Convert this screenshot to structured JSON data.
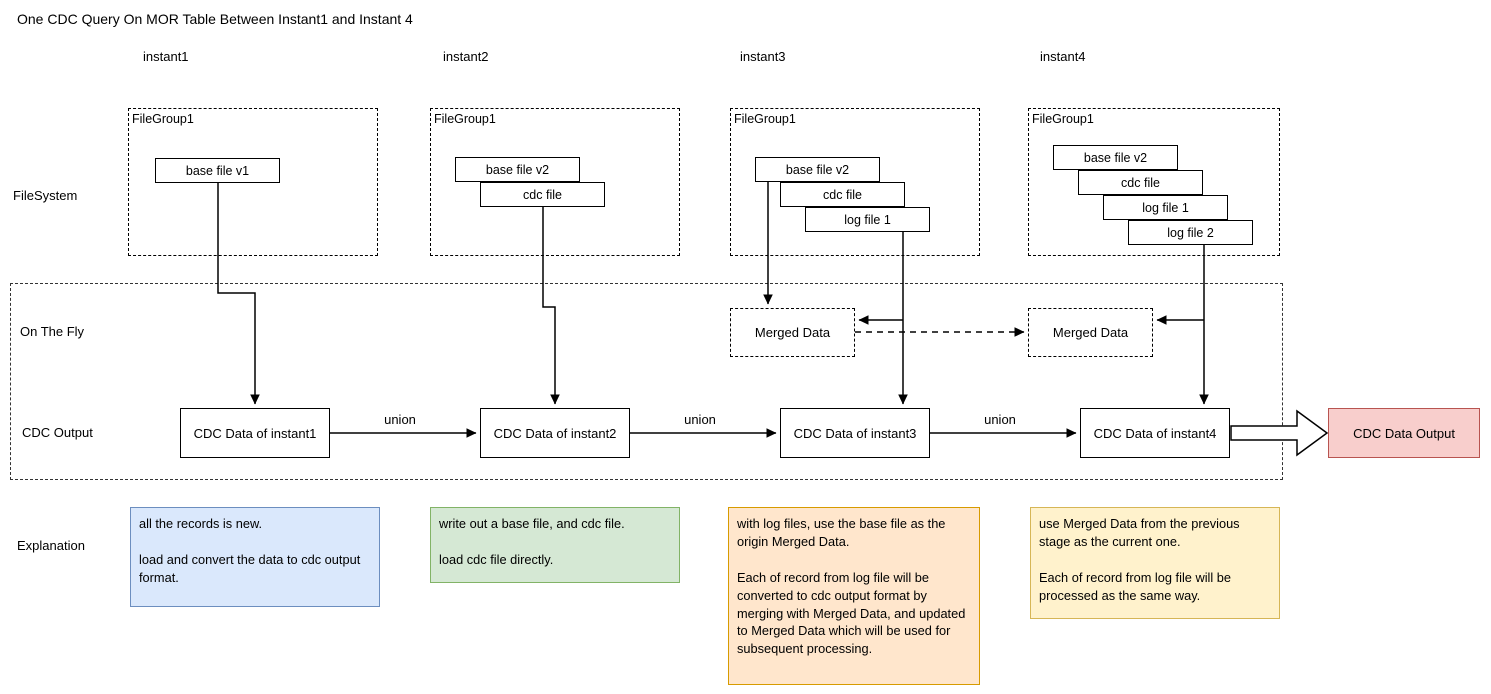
{
  "title": "One CDC Query On MOR Table Between Instant1 and Instant 4",
  "columns": [
    {
      "label": "instant1"
    },
    {
      "label": "instant2"
    },
    {
      "label": "instant3"
    },
    {
      "label": "instant4"
    }
  ],
  "row_labels": {
    "filesystem": "FileSystem",
    "on_the_fly": "On The Fly",
    "cdc_output": "CDC Output",
    "explanation": "Explanation"
  },
  "filegroups": [
    {
      "label": "FileGroup1",
      "files": [
        "base file v1"
      ]
    },
    {
      "label": "FileGroup1",
      "files": [
        "base file v2",
        "cdc file"
      ]
    },
    {
      "label": "FileGroup1",
      "files": [
        "base file v2",
        "cdc file",
        "log file 1"
      ]
    },
    {
      "label": "FileGroup1",
      "files": [
        "base file v2",
        "cdc file",
        "log file 1",
        "log file 2"
      ]
    }
  ],
  "merged_data": {
    "instant3": "Merged Data",
    "instant4": "Merged Data"
  },
  "cdc_nodes": [
    {
      "label": "CDC Data of instant1"
    },
    {
      "label": "CDC Data of instant2"
    },
    {
      "label": "CDC Data of instant3"
    },
    {
      "label": "CDC Data of instant4"
    }
  ],
  "union_label": "union",
  "output_box": {
    "label": "CDC Data Output"
  },
  "explanations": [
    {
      "color": "blue",
      "text": "all the records is new.\n\nload and convert the data to cdc output format."
    },
    {
      "color": "green",
      "text": "write out a base file, and cdc file.\n\nload cdc file directly."
    },
    {
      "color": "orange",
      "text": "with log files, use the base file as the origin Merged Data.\n\nEach of record from log file will be converted to cdc output format by merging with Merged Data, and updated to Merged Data which will be used for subsequent processing."
    },
    {
      "color": "yellow",
      "text": "use Merged Data from the previous stage as the current one.\n\nEach of record from log file will be processed as the same way."
    }
  ],
  "colors": {
    "line": "#000000",
    "blue_fill": "#dae8fc",
    "blue_border": "#6c8ebf",
    "green_fill": "#d5e8d4",
    "green_border": "#82b366",
    "orange_fill": "#ffe6cc",
    "orange_border": "#d79b00",
    "yellow_fill": "#fff2cc",
    "yellow_border": "#d6b656",
    "red_fill": "#f8cecc",
    "red_border": "#b85450"
  }
}
